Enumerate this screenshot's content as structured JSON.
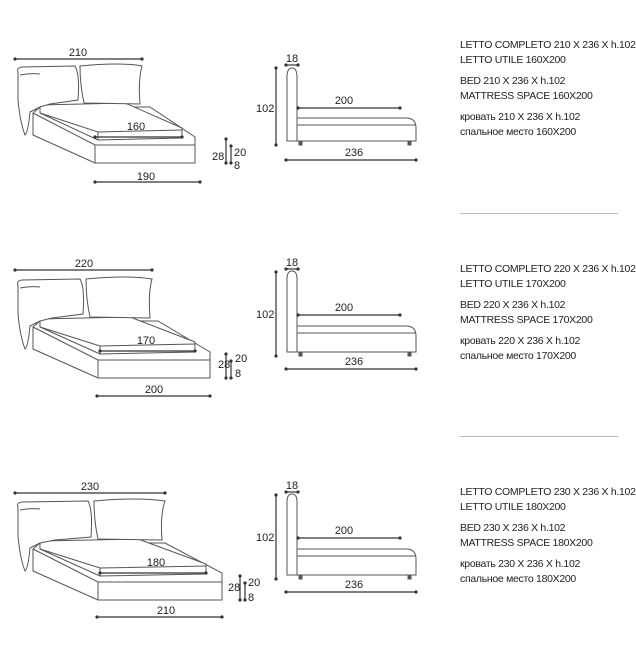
{
  "models": [
    {
      "front": {
        "width": "210",
        "mattress": "160",
        "length": "190",
        "height_total": "28",
        "height_a": "20",
        "height_b": "8"
      },
      "side": {
        "headboard": "18",
        "height": "102",
        "mattress": "200",
        "length": "236"
      },
      "specs": {
        "it": [
          "LETTO COMPLETO 210 X 236 X h.102",
          "LETTO UTILE 160X200"
        ],
        "en": [
          "BED 210 X 236 X h.102",
          "MATTRESS SPACE 160X200"
        ],
        "ru": [
          "кровать 210 X 236 X h.102",
          "спальное место 160X200"
        ]
      }
    },
    {
      "front": {
        "width": "220",
        "mattress": "170",
        "length": "200",
        "height_total": "28",
        "height_a": "20",
        "height_b": "8"
      },
      "side": {
        "headboard": "18",
        "height": "102",
        "mattress": "200",
        "length": "236"
      },
      "specs": {
        "it": [
          "LETTO COMPLETO 220 X 236 X h.102",
          "LETTO UTILE 170X200"
        ],
        "en": [
          "BED 220 X 236 X h.102",
          "MATTRESS SPACE 170X200"
        ],
        "ru": [
          "кровать 220 X 236 X h.102",
          "спальное место 170X200"
        ]
      }
    },
    {
      "front": {
        "width": "230",
        "mattress": "180",
        "length": "210",
        "height_total": "28",
        "height_a": "20",
        "height_b": "8"
      },
      "side": {
        "headboard": "18",
        "height": "102",
        "mattress": "200",
        "length": "236"
      },
      "specs": {
        "it": [
          "LETTO COMPLETO 230 X 236 X h.102",
          "LETTO UTILE 180X200"
        ],
        "en": [
          "BED 230 X 236 X h.102",
          "MATTRESS SPACE 180X200"
        ],
        "ru": [
          "кровать 230 X 236 X h.102",
          "спальное место 180X200"
        ]
      }
    }
  ]
}
